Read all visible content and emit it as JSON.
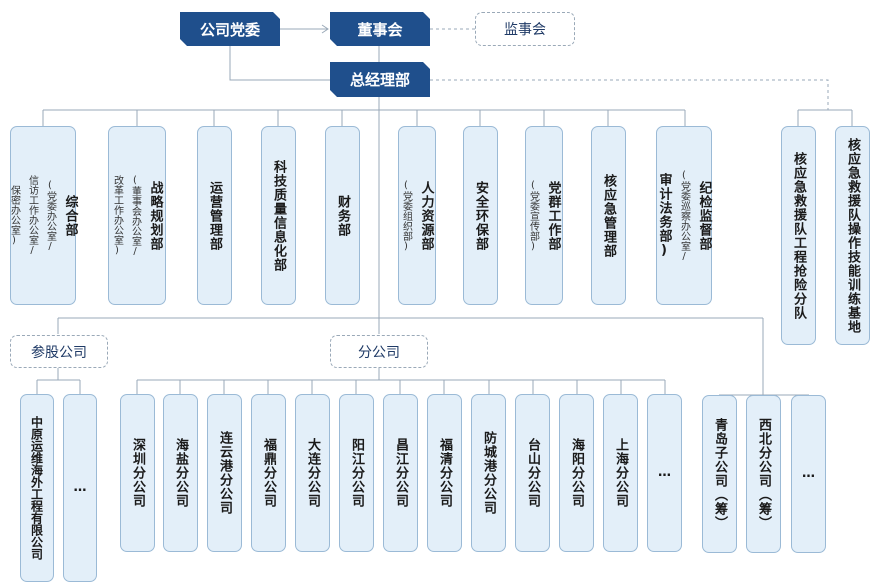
{
  "top": {
    "party_committee": "公司党委",
    "board": "董事会",
    "supervisory": "监事会",
    "general_manager": "总经理部"
  },
  "departments": [
    {
      "main": "综合部",
      "sub": [
        "(党委办公室/",
        "信访工作办公室/",
        "保密办公室)"
      ]
    },
    {
      "main": "战略规划部",
      "sub": [
        "(董事会办公室/",
        "改革工作办公室)"
      ]
    },
    {
      "main": "运营管理部",
      "sub": []
    },
    {
      "main": "科技质量信息化部",
      "sub": []
    },
    {
      "main": "财务部",
      "sub": []
    },
    {
      "main": "人力资源部",
      "sub": [
        "(党委组织部)"
      ]
    },
    {
      "main": "安全环保部",
      "sub": []
    },
    {
      "main": "党群工作部",
      "sub": [
        "(党委宣传部)"
      ]
    },
    {
      "main": "核应急管理部",
      "sub": []
    },
    {
      "main": "纪检监督部",
      "sub": [
        "(党委巡察办公室/",
        "审计法务部)"
      ]
    }
  ],
  "emergency": [
    "核应急救援队工程抢险分队",
    "核应急救援队操作技能训练基地"
  ],
  "groups": {
    "holding": "参股公司",
    "branch": "分公司"
  },
  "holding_companies": [
    "中原运维海外工程有限公司",
    "…"
  ],
  "branches": [
    "深圳分公司",
    "海盐分公司",
    "连云港分公司",
    "福鼎分公司",
    "大连分公司",
    "阳江分公司",
    "昌江分公司",
    "福清分公司",
    "防城港分公司",
    "台山分公司",
    "海阳分公司",
    "上海分公司",
    "…"
  ],
  "branches_planned": [
    "青岛子公司（筹）",
    "西北分公司（筹）",
    "…"
  ]
}
